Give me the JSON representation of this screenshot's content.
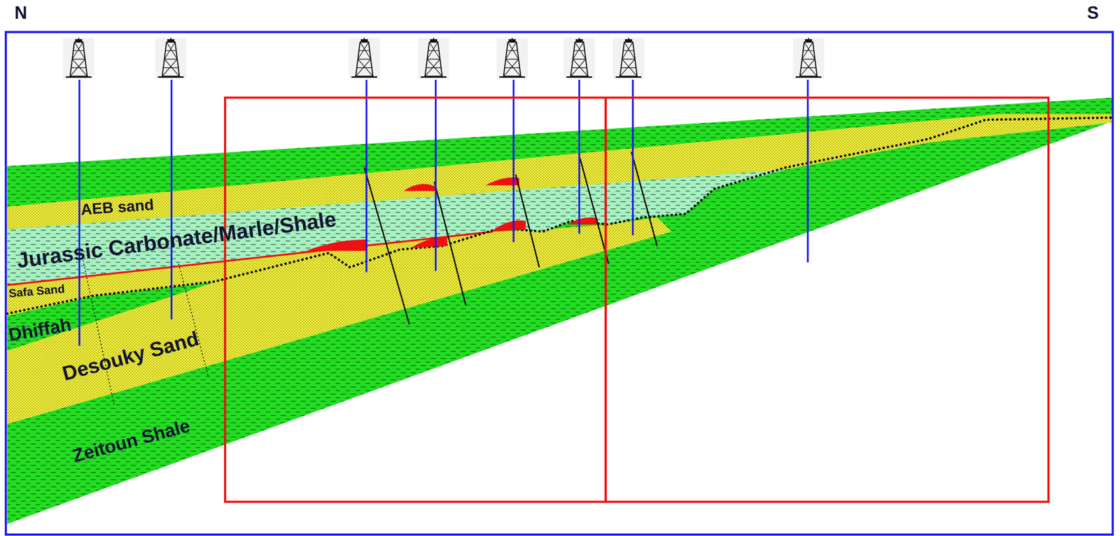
{
  "diagram": {
    "labels": [
      "N",
      "S",
      "AEB sand",
      "Jurassic Carbonate/Marle/Shale",
      "Safa Sand",
      "Dhiffah",
      "Desouky Sand",
      "Zeitoun Shale"
    ]
  }
}
